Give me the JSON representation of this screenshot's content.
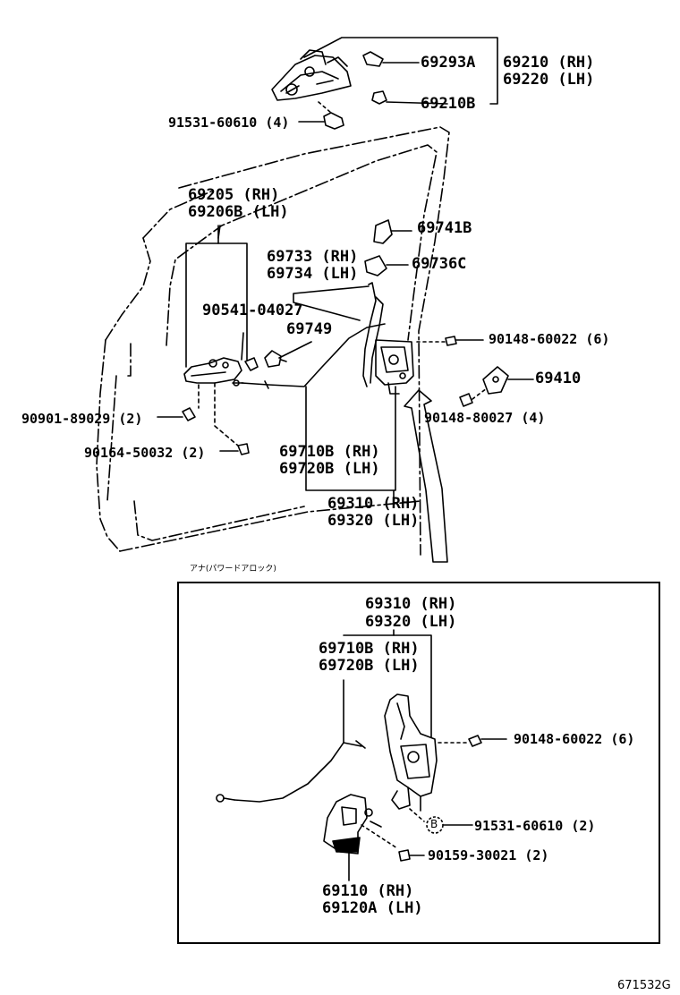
{
  "labels": {
    "p69293A": "69293A",
    "p69210": "69210 (RH)",
    "p69220": "69220 (LH)",
    "p69210B": "69210B",
    "p91531_top": "91531-60610 (4)",
    "p69205": "69205 (RH)",
    "p69206B": "69206B (LH)",
    "p69741B": "69741B",
    "p69733": "69733 (RH)",
    "p69734": "69734 (LH)",
    "p69736C": "69736C",
    "p90541": "90541-04027",
    "p69749": "69749",
    "p90148_6022_top": "90148-60022 (6)",
    "p69410": "69410",
    "p90148_80027": "90148-80027 (4)",
    "p90901": "90901-89029 (2)",
    "p90164": "90164-50032 (2)",
    "p69710B_top": "69710B (RH)",
    "p69720B_top": "69720B (LH)",
    "p69310_top": "69310 (RH)",
    "p69320_top": "69320 (LH)",
    "p69310_in": "69310 (RH)",
    "p69320_in": "69320 (LH)",
    "p69710B_in": "69710B (RH)",
    "p69720B_in": "69720B (LH)",
    "p90148_6022_in": "90148-60022 (6)",
    "p91531_in": "91531-60610 (2)",
    "p90159": "90159-30021 (2)",
    "p69110": "69110 (RH)",
    "p69120A": "69120A (LH)",
    "callout_b": "B"
  },
  "inset_note": "アナ(パワードアロック)",
  "drawing_code": "671532G"
}
